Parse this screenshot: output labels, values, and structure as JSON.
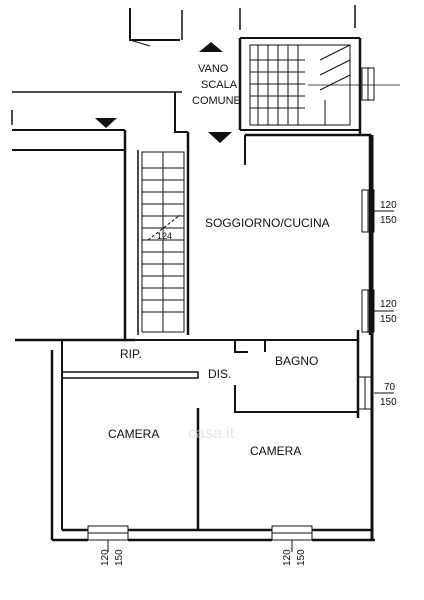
{
  "rooms": {
    "vano": "VANO",
    "scala": "SCALA",
    "comune": "COMUNE",
    "soggiorno": "SOGGIORNO/CUCINA",
    "bagno": "BAGNO",
    "rip": "RIP.",
    "dis": "DIS.",
    "camera_left": "CAMERA",
    "camera_right": "CAMERA"
  },
  "stair_step_label": "124",
  "windows": {
    "w1": {
      "top": "120",
      "bottom": "150"
    },
    "w2": {
      "top": "120",
      "bottom": "150"
    },
    "w3": {
      "top": "70",
      "bottom": "150"
    },
    "w4": {
      "top": "120",
      "bottom": "150"
    },
    "w5": {
      "top": "120",
      "bottom": "150"
    }
  },
  "watermark": "casa.it",
  "colors": {
    "line": "#111111",
    "watermark": "#cfd8e0"
  }
}
